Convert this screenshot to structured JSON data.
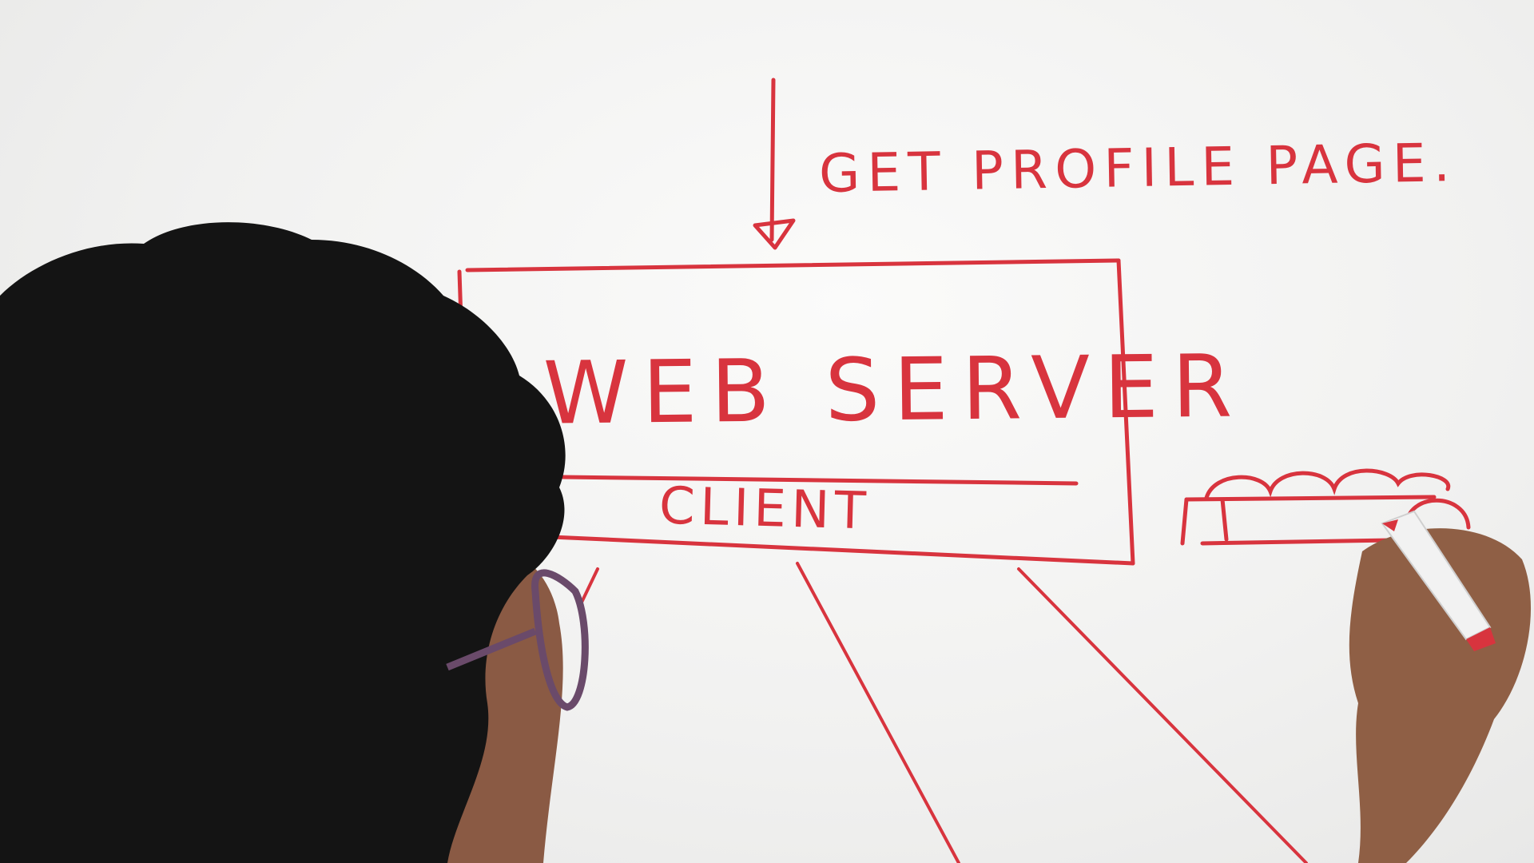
{
  "scene": {
    "description_colors": {
      "board": "#f4f4f3",
      "marker": "#d8343e",
      "hair": "#141414",
      "skin": "#8a5a44",
      "glasses": "#6a4a6a"
    }
  },
  "whiteboard": {
    "request_label": "GET PROFILE PAGE.",
    "server_label": "WEB SERVER",
    "client_label": "CLIENT"
  }
}
